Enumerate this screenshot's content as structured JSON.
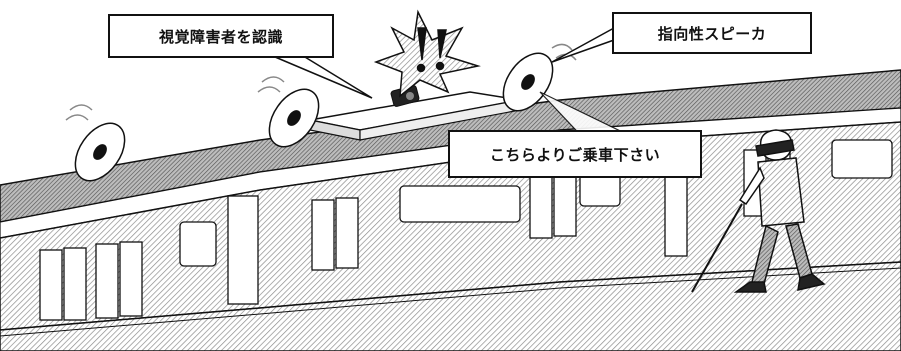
{
  "labels": {
    "recognize": "視覚障害者を認識",
    "speaker": "指向性スピーカ",
    "announcement": "こちらよりご乗車下さい"
  },
  "colors": {
    "ink": "#111111",
    "hatch": "#9a9a9a",
    "roof": "#6d6d6d",
    "paper": "#ffffff"
  }
}
